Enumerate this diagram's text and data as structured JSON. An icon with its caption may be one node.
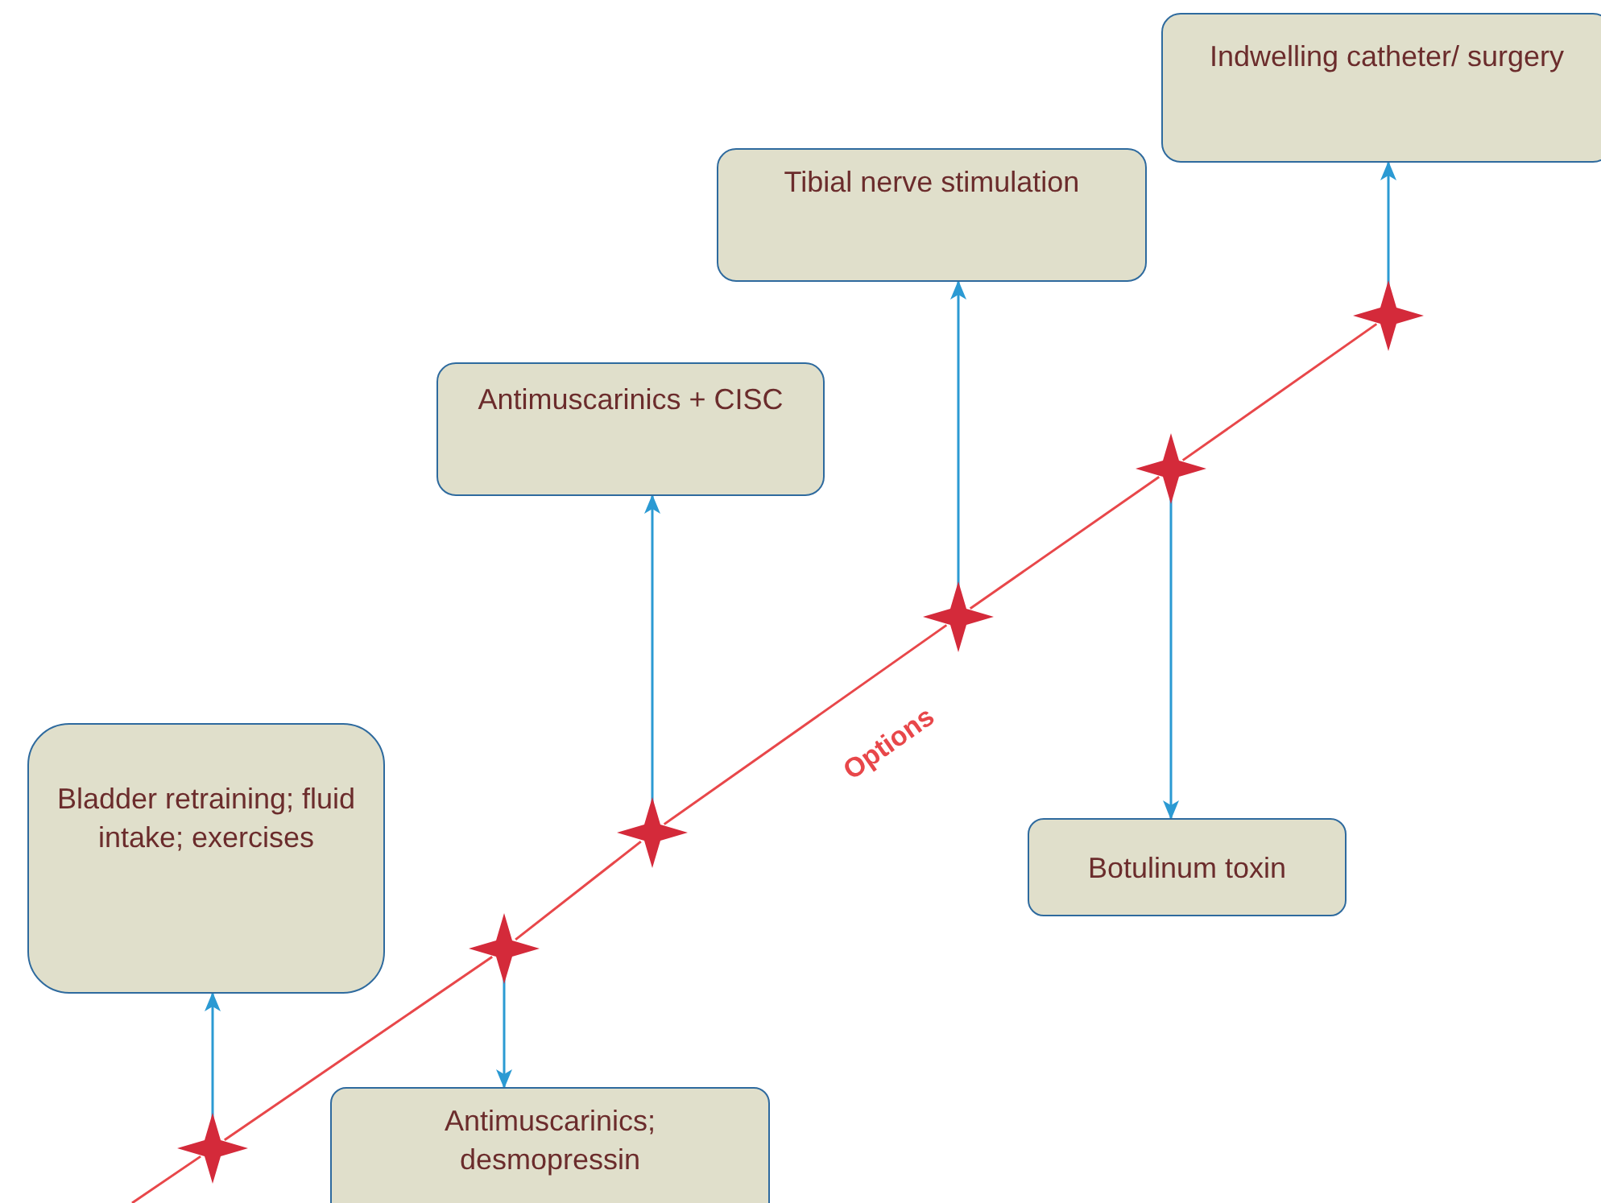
{
  "diagram": {
    "nodes": [
      {
        "text": [
          "Bladder retraining; fluid intake; exercises"
        ]
      },
      {
        "text": [
          "Antimuscarinics; desmopressin"
        ]
      },
      {
        "text": [
          "Antimuscarinics + CISC"
        ]
      },
      {
        "text": [
          "Tibial nerve stimulation"
        ]
      },
      {
        "text": [
          "Botulinum toxin"
        ]
      },
      {
        "text": [
          "Indwelling catheter/ surgery"
        ]
      },
      {
        "text": [],
        "shape": "star"
      },
      {
        "text": [],
        "shape": "star"
      },
      {
        "text": [],
        "shape": "star"
      },
      {
        "text": [],
        "shape": "star"
      },
      {
        "text": [],
        "shape": "star"
      },
      {
        "text": [],
        "shape": "star"
      }
    ],
    "edges": [
      {
        "from": null,
        "to": 6,
        "arrow": "none",
        "color": "#e8474a"
      },
      {
        "from": 6,
        "to": 7,
        "arrow": "none",
        "color": "#e8474a"
      },
      {
        "from": 7,
        "to": 8,
        "arrow": "none",
        "color": "#e8474a"
      },
      {
        "from": 8,
        "to": 9,
        "arrow": "none",
        "color": "#e8474a",
        "label": "Options"
      },
      {
        "from": 9,
        "to": 10,
        "arrow": "none",
        "color": "#e8474a"
      },
      {
        "from": 10,
        "to": 11,
        "arrow": "none",
        "color": "#e8474a"
      },
      {
        "from": 6,
        "to": 0,
        "arrow": "to",
        "color": "#2b9ad3"
      },
      {
        "from": 7,
        "to": 1,
        "arrow": "to",
        "color": "#2b9ad3"
      },
      {
        "from": 8,
        "to": 2,
        "arrow": "to",
        "color": "#2b9ad3"
      },
      {
        "from": 9,
        "to": 3,
        "arrow": "to",
        "color": "#2b9ad3"
      },
      {
        "from": 10,
        "to": 4,
        "arrow": "to",
        "color": "#2b9ad3"
      },
      {
        "from": 11,
        "to": 5,
        "arrow": "to",
        "color": "#2b9ad3"
      }
    ]
  }
}
